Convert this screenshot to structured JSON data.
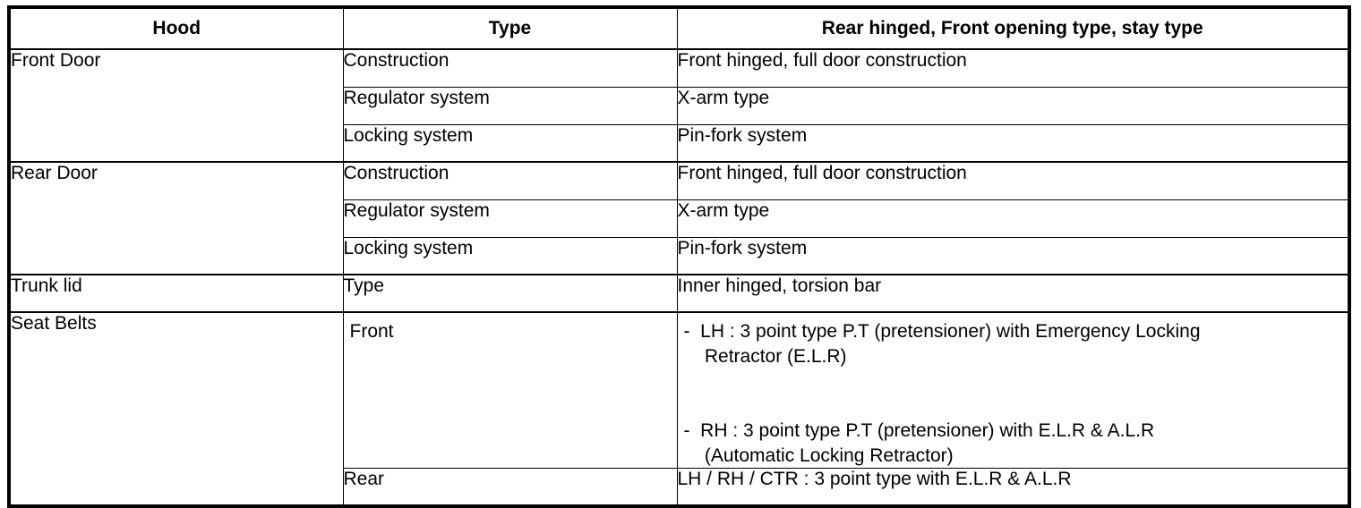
{
  "table": {
    "headers": [
      "Hood",
      "Type",
      "Rear hinged, Front opening type, stay type"
    ],
    "groups": [
      {
        "name": "Front Door",
        "rows": [
          {
            "type": "Construction",
            "spec": "Front hinged, full door construction"
          },
          {
            "type": "Regulator system",
            "spec": "X-arm type"
          },
          {
            "type": "Locking system",
            "spec": "Pin-fork system"
          }
        ]
      },
      {
        "name": "Rear Door",
        "rows": [
          {
            "type": "Construction",
            "spec": "Front hinged, full door construction"
          },
          {
            "type": "Regulator system",
            "spec": "X-arm type"
          },
          {
            "type": "Locking system",
            "spec": "Pin-fork system"
          }
        ]
      },
      {
        "name": "Trunk lid",
        "rows": [
          {
            "type": "Type",
            "spec": "Inner hinged, torsion bar"
          }
        ]
      },
      {
        "name": "Seat Belts",
        "rows": [
          {
            "type": "Front",
            "spec": "-  LH : 3 point type P.T (pretensioner) with Emergency Locking\n    Retractor (E.L.R)\n\n\n-  RH : 3 point type P.T (pretensioner) with E.L.R & A.L.R\n    (Automatic Locking Retractor)"
          },
          {
            "type": "Rear",
            "spec": "LH / RH / CTR : 3 point type with E.L.R & A.L.R"
          }
        ]
      }
    ]
  },
  "colors": {
    "border": "#000000",
    "background": "#ffffff",
    "text": "#000000"
  }
}
